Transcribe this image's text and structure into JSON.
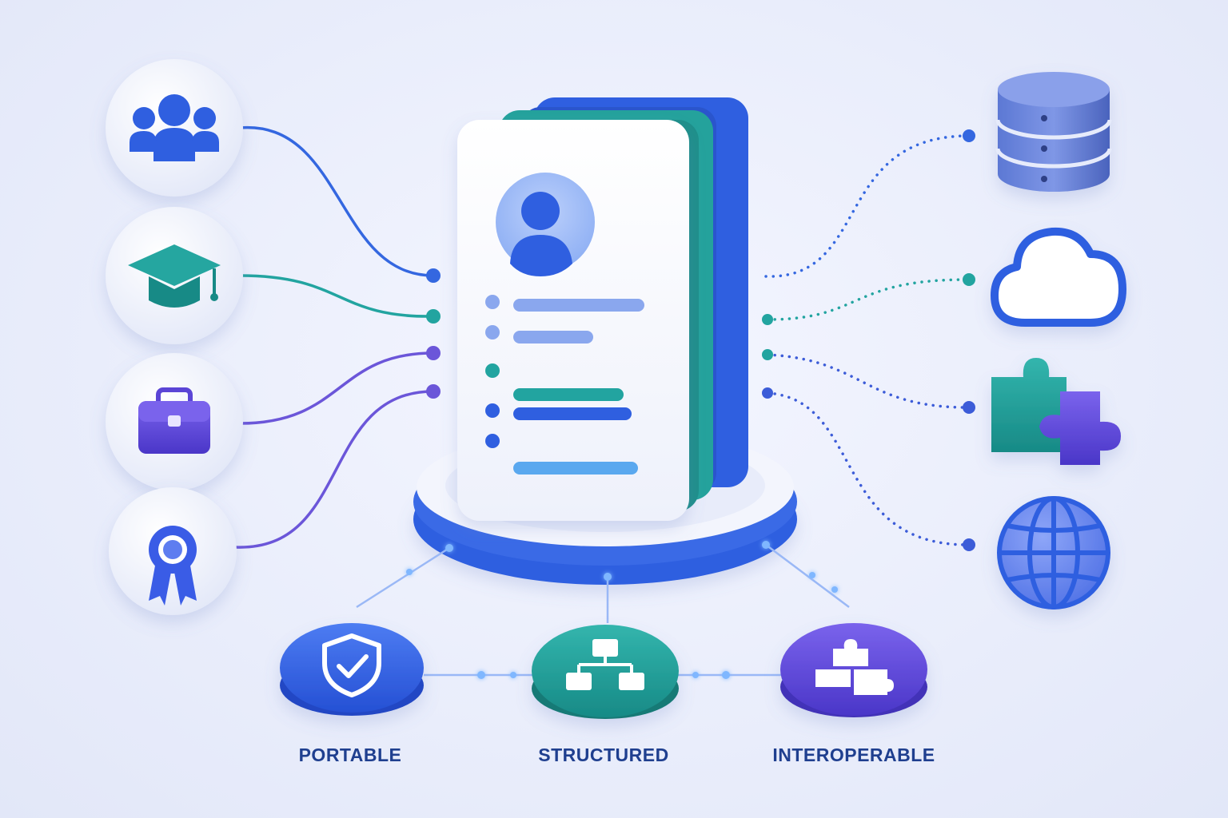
{
  "colors": {
    "blue": "#2f5fe0",
    "teal": "#1f9e9a",
    "purple": "#5b45d6",
    "label": "#1f3f8f",
    "background": "#eef1fb"
  },
  "sources": [
    {
      "icon": "people-group-icon",
      "color": "#2f5fe0"
    },
    {
      "icon": "graduation-cap-icon",
      "color": "#1f9e9a"
    },
    {
      "icon": "briefcase-icon",
      "color": "#5b45d6"
    },
    {
      "icon": "award-ribbon-icon",
      "color": "#3a5ce6"
    }
  ],
  "targets": [
    {
      "icon": "database-icon",
      "color": "#4a67c9"
    },
    {
      "icon": "cloud-icon",
      "color": "#2f5fe0"
    },
    {
      "icon": "puzzle-pieces-icon",
      "color": "#1f9e9a"
    },
    {
      "icon": "globe-icon",
      "color": "#2f5fe0"
    }
  ],
  "center": {
    "icon": "profile-document-icon"
  },
  "features": [
    {
      "label": "PORTABLE",
      "icon": "shield-check-icon",
      "color": "#2f5fe0"
    },
    {
      "label": "STRUCTURED",
      "icon": "hierarchy-icon",
      "color": "#1f9e9a"
    },
    {
      "label": "INTEROPERABLE",
      "icon": "puzzle-icon",
      "color": "#5b45d6"
    }
  ]
}
